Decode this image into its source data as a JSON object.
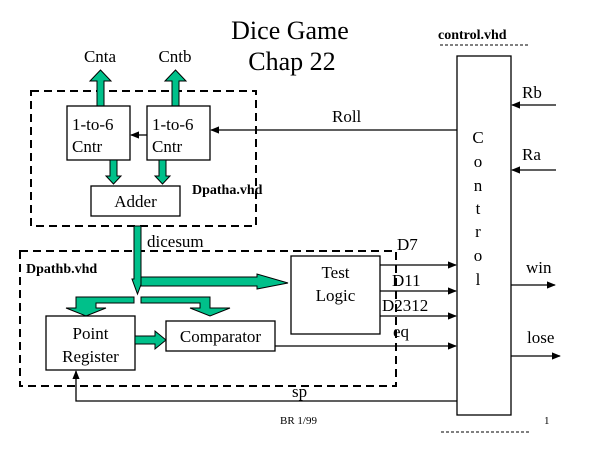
{
  "title": {
    "line1": "Dice Game",
    "line2": "Chap 22"
  },
  "colors": {
    "bus_fill": "#00C08A",
    "line": "#000000",
    "background": "#FFFFFF"
  },
  "modules": {
    "dpatha": "Dpatha.vhd",
    "dpathb": "Dpathb.vhd",
    "control": "control.vhd"
  },
  "blocks": {
    "counter_a": {
      "line1": "1-to-6",
      "line2": "Cntr"
    },
    "counter_b": {
      "line1": "1-to-6",
      "line2": "Cntr"
    },
    "adder": "Adder",
    "test_logic": {
      "line1": "Test",
      "line2": "Logic"
    },
    "point_register": {
      "line1": "Point",
      "line2": "Register"
    },
    "comparator": "Comparator",
    "control_letters": [
      "C",
      "o",
      "n",
      "t",
      "r",
      "o",
      "l"
    ]
  },
  "signals": {
    "cnta": "Cnta",
    "cntb": "Cntb",
    "roll": "Roll",
    "rb": "Rb",
    "ra": "Ra",
    "dicesum": "dicesum",
    "d7": "D7",
    "d11": "D11",
    "d2312": "D2312",
    "eq": "eq",
    "win": "win",
    "lose": "lose",
    "sp": "sp"
  },
  "footer": {
    "author": "BR 1/99",
    "page": "1"
  }
}
